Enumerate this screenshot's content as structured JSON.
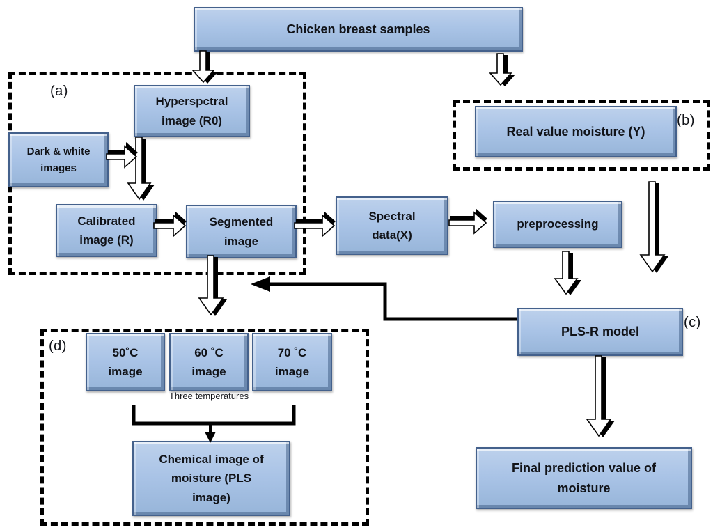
{
  "colors": {
    "box-fill": "#a9c3e6",
    "box-border": "#44618c",
    "line": "#000000",
    "bg": "#ffffff"
  },
  "nodes": {
    "chicken": {
      "label": "Chicken breast samples"
    },
    "hyperspectral": {
      "label": "Hyperspctral image (R0)"
    },
    "dark_white": {
      "label": "Dark & white images"
    },
    "calibrated": {
      "label": "Calibrated image (R)"
    },
    "segmented": {
      "label": "Segmented image"
    },
    "spectral": {
      "label": "Spectral data(X)"
    },
    "preprocessing": {
      "label": "preprocessing"
    },
    "real_value": {
      "label": "Real value moisture (Y)"
    },
    "plsr": {
      "label": "PLS-R model"
    },
    "temp50": {
      "label": "50˚C image"
    },
    "temp60": {
      "label": "60 ˚C image"
    },
    "temp70": {
      "label": "70 ˚C image"
    },
    "chemical": {
      "label": "Chemical image of moisture (PLS image)"
    },
    "final": {
      "label": "Final prediction value of moisture"
    }
  },
  "groups": {
    "a": {
      "label": "(a)"
    },
    "b": {
      "label": "(b)"
    },
    "c": {
      "label": "(c)"
    },
    "d": {
      "label": "(d)"
    }
  },
  "annotations": {
    "three_temperatures": "Three temperatures"
  },
  "edges": [
    {
      "from": "chicken",
      "to": "hyperspectral"
    },
    {
      "from": "chicken",
      "to": "real_value"
    },
    {
      "from": "hyperspectral",
      "to": "calibrated"
    },
    {
      "from": "dark_white",
      "to": "calibrated"
    },
    {
      "from": "calibrated",
      "to": "segmented"
    },
    {
      "from": "segmented",
      "to": "spectral"
    },
    {
      "from": "spectral",
      "to": "preprocessing"
    },
    {
      "from": "preprocessing",
      "to": "plsr"
    },
    {
      "from": "real_value",
      "to": "plsr"
    },
    {
      "from": "plsr",
      "to": "segmented"
    },
    {
      "from": "segmented",
      "to": "temp_images"
    },
    {
      "from": "temp_images",
      "to": "chemical"
    },
    {
      "from": "plsr",
      "to": "final"
    }
  ]
}
